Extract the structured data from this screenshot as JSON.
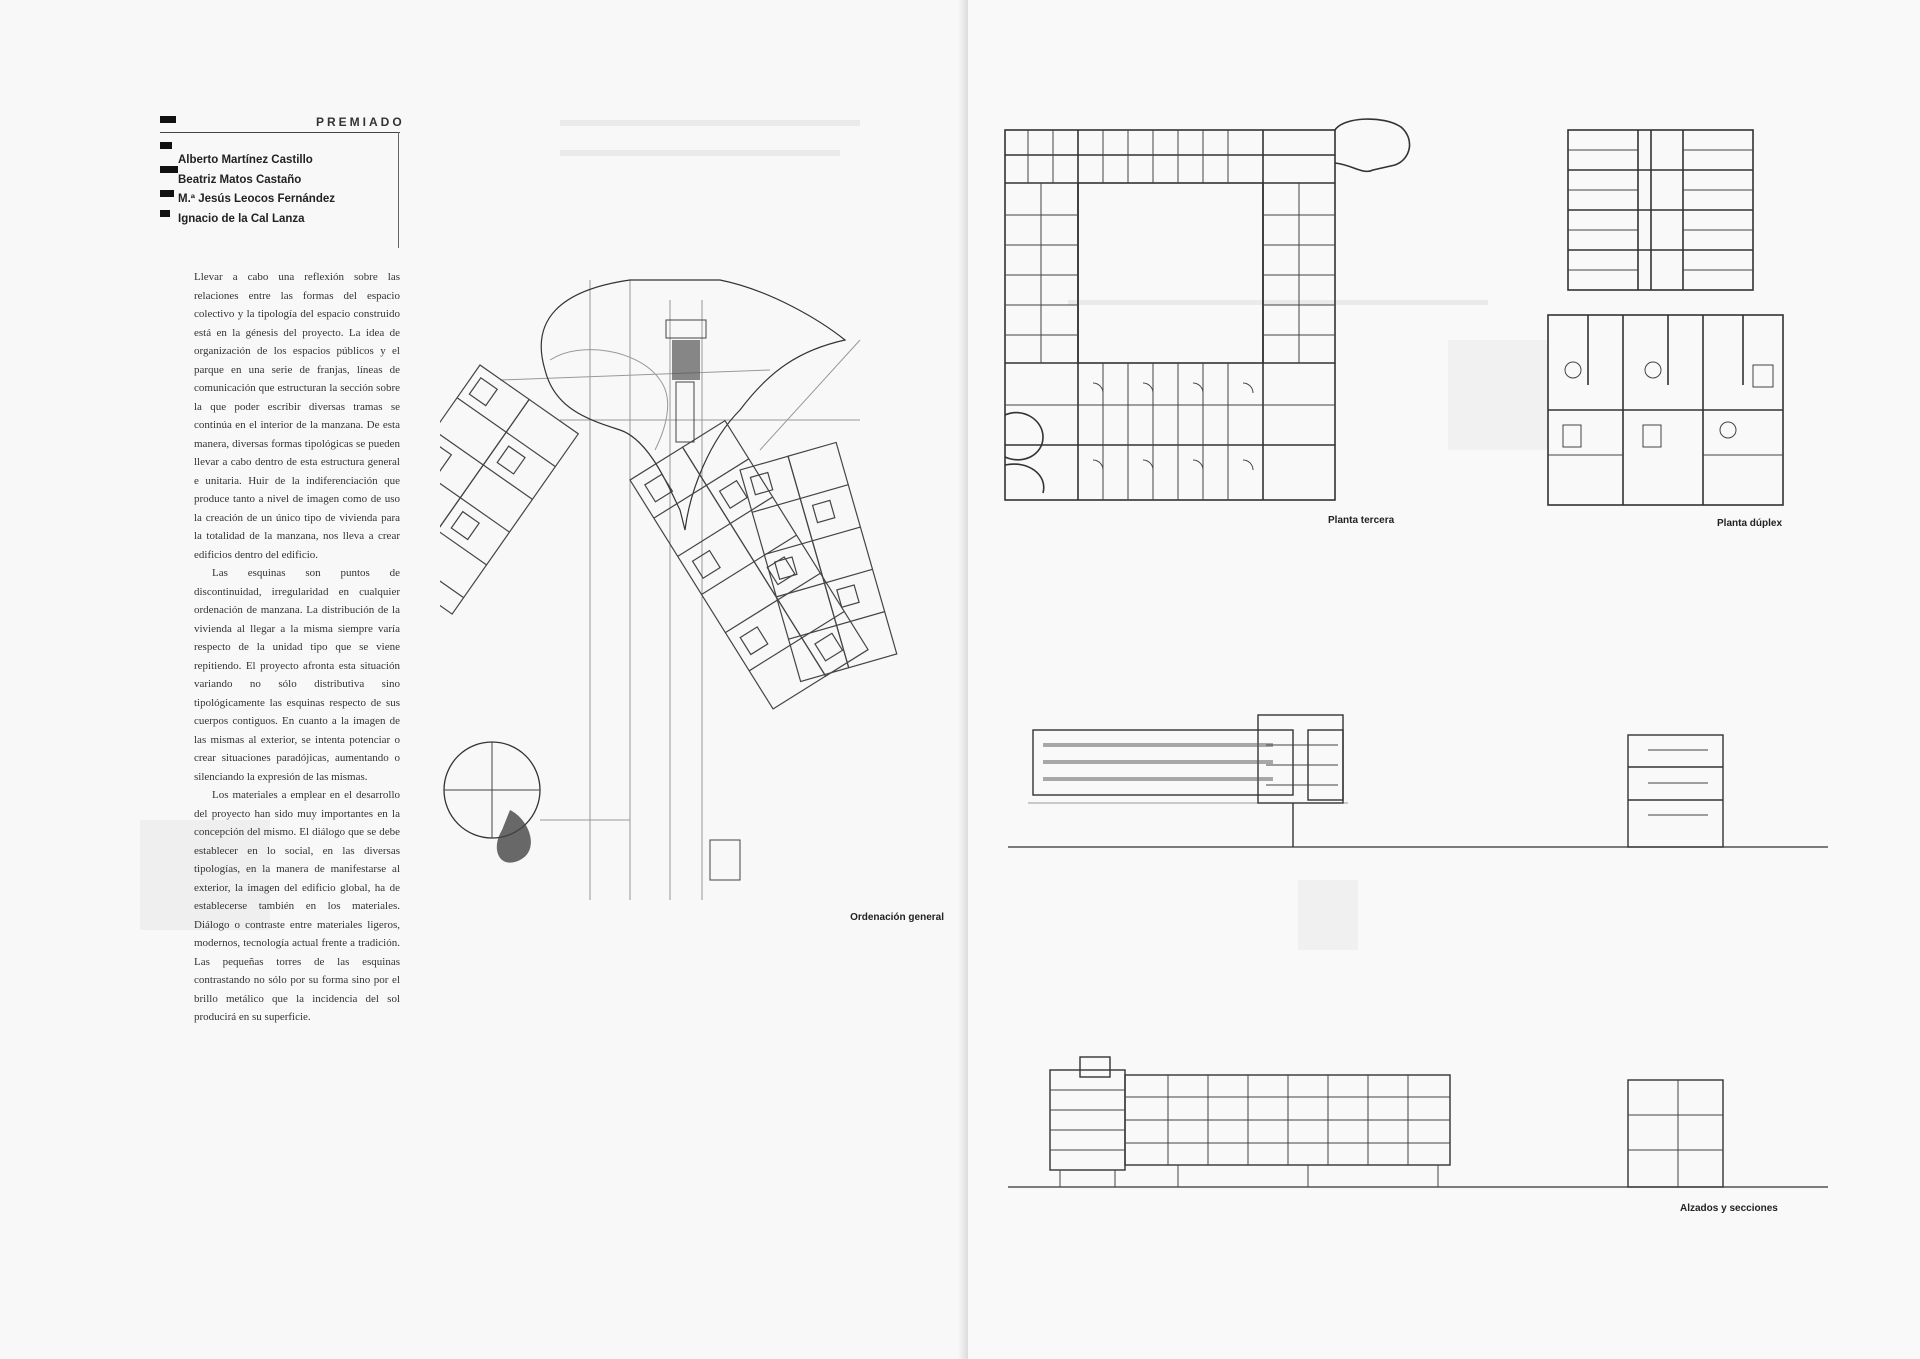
{
  "header": {
    "section_label": "PREMIADO",
    "authors": [
      "Alberto Martínez Castillo",
      "Beatriz Matos Castaño",
      "M.ª Jesús Leocos Fernández",
      "Ignacio de la Cal Lanza"
    ]
  },
  "body_paragraphs": [
    "Llevar a cabo una reflexión sobre las relaciones entre las formas del espacio colectivo y la tipología del espacio construido está en la génesis del proyecto. La idea de organización de los espacios públicos y el parque en una serie de franjas, líneas de comunicación que estructuran la sección sobre la que poder escribir diversas tramas se continúa en el interior de la manzana. De esta manera, diversas formas tipológicas se pueden llevar a cabo dentro de esta estructura general e unitaria. Huir de la indiferenciación que produce tanto a nivel de imagen como de uso la creación de un único tipo de vivienda para la totalidad de la manzana, nos lleva a crear edificios dentro del edificio.",
    "Las esquinas son puntos de discontinuidad, irregularidad en cualquier ordenación de manzana. La distribución de la vivienda al llegar a la misma siempre varía respecto de la unidad tipo que se viene repitiendo. El proyecto afronta esta situación variando no sólo distributiva sino tipológicamente las esquinas respecto de sus cuerpos contiguos. En cuanto a la imagen de las mismas al exterior, se intenta potenciar o crear situaciones paradójicas, aumentando o silenciando la expresión de las mismas.",
    "Los materiales a emplear en el desarrollo del proyecto han sido muy importantes en la concepción del mismo. El diálogo que se debe establecer en lo social, en las diversas tipologías, en la manera de manifestarse al exterior, la imagen del edificio global, ha de establecerse también en los materiales. Diálogo o contraste entre materiales ligeros, modernos, tecnología actual frente a tradición. Las pequeñas torres de las esquinas contrastando no sólo por su forma sino por el brillo metálico que la incidencia del sol producirá en su superficie."
  ],
  "captions": {
    "site_plan": "Ordenación general",
    "third_floor": "Planta tercera",
    "duplex": "Planta dúplex",
    "elevations": "Alzados y secciones"
  }
}
